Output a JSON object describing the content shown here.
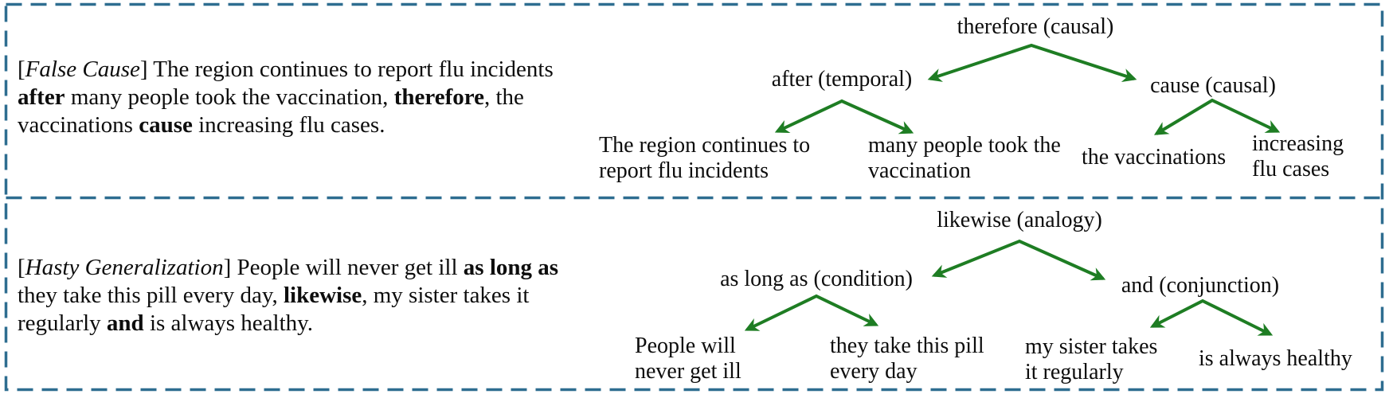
{
  "colors": {
    "border": "#2e6d90",
    "arrow": "#1e7d23",
    "text": "#0d0d0d"
  },
  "panels": [
    {
      "fallacy_label": "False Cause",
      "sentence": [
        {
          "text": "[",
          "style": "normal"
        },
        {
          "text": "False Cause",
          "style": "italic"
        },
        {
          "text": "] The region continues to report flu incidents",
          "style": "normal"
        },
        {
          "style": "break"
        },
        {
          "text": "after",
          "style": "bold"
        },
        {
          "text": " many people took the vaccination, ",
          "style": "normal"
        },
        {
          "text": "therefore",
          "style": "bold"
        },
        {
          "text": ", the",
          "style": "normal"
        },
        {
          "style": "break"
        },
        {
          "text": "vaccinations ",
          "style": "normal"
        },
        {
          "text": "cause",
          "style": "bold"
        },
        {
          "text": " increasing flu cases.",
          "style": "normal"
        }
      ],
      "tree": {
        "root": "therefore (causal)",
        "left_node": "after (temporal)",
        "right_node": "cause (causal)",
        "leaf_left_left": "The region continues to\nreport flu incidents",
        "leaf_left_right": "many people took the\nvaccination",
        "leaf_right_left": "the vaccinations",
        "leaf_right_right": "increasing\nflu cases"
      }
    },
    {
      "fallacy_label": "Hasty Generalization",
      "sentence": [
        {
          "text": "[",
          "style": "normal"
        },
        {
          "text": "Hasty Generalization",
          "style": "italic"
        },
        {
          "text": "] People will never get ill ",
          "style": "normal"
        },
        {
          "text": "as long as",
          "style": "bold"
        },
        {
          "style": "break"
        },
        {
          "text": "they take this pill every day, ",
          "style": "normal"
        },
        {
          "text": "likewise",
          "style": "bold"
        },
        {
          "text": ", my sister takes it",
          "style": "normal"
        },
        {
          "style": "break"
        },
        {
          "text": "regularly ",
          "style": "normal"
        },
        {
          "text": "and",
          "style": "bold"
        },
        {
          "text": " is always healthy.",
          "style": "normal"
        }
      ],
      "tree": {
        "root": "likewise (analogy)",
        "left_node": "as long as (condition)",
        "right_node": "and (conjunction)",
        "leaf_left_left": "People will\nnever get ill",
        "leaf_left_right": "they take this pill\nevery day",
        "leaf_right_left": "my sister takes\nit regularly",
        "leaf_right_right": "is always healthy"
      }
    }
  ]
}
